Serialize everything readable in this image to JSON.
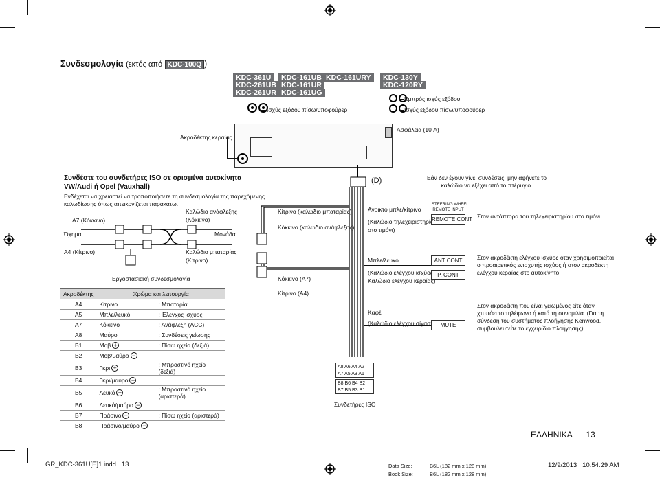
{
  "header": {
    "title": "Συνδεσμολογία",
    "title_suffix": "(εκτός από",
    "title_model": "KDC-100Q",
    "title_close": ")"
  },
  "models": {
    "group1": [
      "KDC-361U",
      "KDC-261UB",
      "KDC-261UR"
    ],
    "group2": [
      "KDC-161UB",
      "KDC-161UR",
      "KDC-161UG"
    ],
    "group3": [
      "KDC-161URY"
    ],
    "group4": [
      "KDC-130Y",
      "KDC-120RY"
    ]
  },
  "rear_panel": {
    "out_left": "Ισχύς εξόδου πίσω/υποφούρερ",
    "front_out": "Εμπρός ισχύς εξόδου",
    "out_right": "Ισχύς εξόδου πίσω/υποφούρερ",
    "antenna": "Ακροδέκτης κεραίας",
    "fuse": "Ασφάλεια (10 A)"
  },
  "iso_note": {
    "title1": "Συνδέστε του συνδετήρες ISO σε ορισμένα αυτοκίνητα",
    "title2": "VW/Audi ή Opel (Vauxhall)",
    "body1": "Ενδέχεται να χρειαστεί να τροποποιήσετε τη συνδεσμολογία της παρεχόμενης",
    "body2": "καλωδίωσης όπως απεικονίζεται παρακάτω."
  },
  "iso_diagram": {
    "a7": "A7 (Κόκκινο)",
    "ignition": "Καλώδιο ανάφλεξης",
    "ignition_color": "(Κόκκινο)",
    "vehicle": "Όχημα",
    "unit": "Μονάδα",
    "a4": "A4 (Κίτρινο)",
    "battery": "Καλώδιο μπαταρίας",
    "battery_color": "(Κίτρινο)",
    "factory": "Εργοστασιακή συνδεσμολογία"
  },
  "table": {
    "headers": [
      "Ακροδέκτης",
      "Χρώμα και λειτουργία"
    ],
    "rows": [
      {
        "pin": "A4",
        "color": "Κίτρινο",
        "func": ": Μπαταρία"
      },
      {
        "pin": "A5",
        "color": "Μπλε/λευκό",
        "func": ": Έλεγχος ισχύος"
      },
      {
        "pin": "A7",
        "color": "Κόκκινο",
        "func": ": Ανάφλεξη (ACC)"
      },
      {
        "pin": "A8",
        "color": "Μαύρο",
        "func": ": Συνδέσεις γείωσης"
      },
      {
        "pin": "B1",
        "color": "Μοβ",
        "func": ": Πίσω ηχείο (δεξιά)",
        "sign": "+"
      },
      {
        "pin": "B2",
        "color": "Μοβ/μαύρο",
        "func": "",
        "sign": "−"
      },
      {
        "pin": "B3",
        "color": "Γκρι",
        "func": ": Μπροστινό ηχείο (δεξιά)",
        "sign": "+"
      },
      {
        "pin": "B4",
        "color": "Γκρι/μαύρο",
        "func": "",
        "sign": "−"
      },
      {
        "pin": "B5",
        "color": "Λευκό",
        "func": ": Μπροστινό ηχείο (αριστερά)",
        "sign": "+"
      },
      {
        "pin": "B6",
        "color": "Λευκό/μαύρο",
        "func": "",
        "sign": "−"
      },
      {
        "pin": "B7",
        "color": "Πράσινο",
        "func": ": Πίσω ηχείο (αριστερά)",
        "sign": "+"
      },
      {
        "pin": "B8",
        "color": "Πράσινο/μαύρο",
        "func": "",
        "sign": "−"
      }
    ]
  },
  "harness": {
    "yellow_battery": "Κίτρινο (καλώδιο μπαταρίας)",
    "red_ignition": "Κόκκινο (καλώδιο ανάφλεξης)",
    "red_a7": "Κόκκινο (A7)",
    "yellow_a4": "Κίτρινο (A4)",
    "d_label": "(D)",
    "iso_connectors": "Συνδετήρες ISO",
    "iso_a_row1": "A8 A6 A4 A2",
    "iso_a_row2": "A7 A5 A3 A1",
    "iso_b_row1": "B8 B6 B4 B2",
    "iso_b_row2": "B7 B5 B3 B1"
  },
  "right": {
    "top_note": "Εάν δεν έχουν γίνει συνδέσεις, μην αφήνετε το καλώδιο να εξέχει από το πτέρυγιο.",
    "lightblue": "Ανοικτό μπλε/κίτρινο",
    "remote_wire": "(Καλώδιο τηλεχειριστηρίου",
    "remote_wire2": "στο τιμόνι)",
    "steering_label1": "STEERING WHEEL",
    "steering_label2": "REMOTE INPUT",
    "remote_cont": "REMOTE CONT",
    "remote_desc": "Στον αντάπτορα του τηλεχειριστηρίου στο τιμόνι",
    "bluewhite": "Μπλε/λευκό",
    "power_wire": "(Καλώδιο ελέγχου ισχύος/",
    "power_wire2": "Καλώδιο ελέγχου κεραίας)",
    "ant_cont": "ANT CONT",
    "p_cont": "P. CONT",
    "power_desc": "Στον ακροδέκτη ελέγχου ισχύος όταν χρησιμοποιείται ο προαιρετικός ενισχυτής ισχύος ή στον ακροδέκτη ελέγχου κεραίας στο αυτοκίνητο.",
    "brown": "Καφέ",
    "mute_wire": "(Καλώδιο ελέγχου σίγασης)",
    "mute": "MUTE",
    "mute_desc": "Στον ακροδέκτη που είναι γειωμένος είτε όταν χτυπάει το τηλέφωνο ή κατά τη συνομιλία. (Για τη σύνδεση του συστήματος πλοήγησης Kenwood, συμβουλευτείτε το εγχειρίδιο πλοήγησης)."
  },
  "footer": {
    "language": "ΕΛΛΗΝΙΚΑ",
    "page": "13",
    "file": "GR_KDC-361U[E]1.indd   13",
    "data_size_label": "Data Size:",
    "data_size": "B6L (182 mm x 128 mm)",
    "book_size_label": "Book Size:",
    "book_size": "B6L (182 mm x 128 mm)",
    "date": "12/9/2013   10:54:29 AM"
  }
}
